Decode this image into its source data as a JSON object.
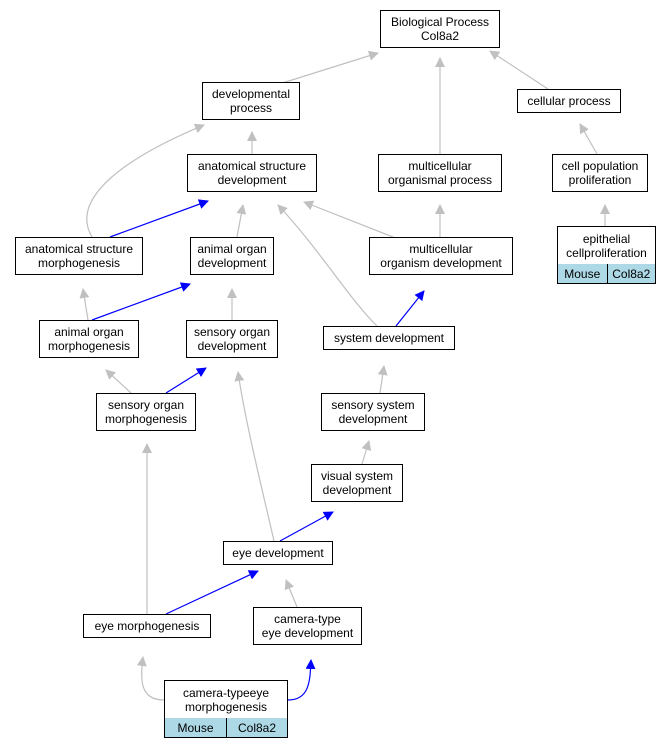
{
  "colors": {
    "gray_edge": "#c0c0c0",
    "blue_edge": "#0000ff",
    "annotation_fill": "#add8e6"
  },
  "nodes": {
    "root": {
      "line1": "Biological Process",
      "line2": "Col8a2"
    },
    "developmental_process": {
      "line1": "developmental",
      "line2": "process"
    },
    "cellular_process": {
      "line1": "cellular process"
    },
    "anatomical_structure_development": {
      "line1": "anatomical structure",
      "line2": "development"
    },
    "multicellular_organismal_process": {
      "line1": "multicellular",
      "line2": "organismal process"
    },
    "cell_population_proliferation": {
      "line1": "cell population",
      "line2": "proliferation"
    },
    "anatomical_structure_morphogenesis": {
      "line1": "anatomical structure",
      "line2": "morphogenesis"
    },
    "animal_organ_development": {
      "line1": "animal organ",
      "line2": "development"
    },
    "multicellular_organism_development": {
      "line1": "multicellular",
      "line2": "organism development"
    },
    "epithelial_cell_proliferation": {
      "line1": "epithelial cell",
      "line2": "proliferation",
      "species": "Mouse",
      "gene": "Col8a2"
    },
    "animal_organ_morphogenesis": {
      "line1": "animal organ",
      "line2": "morphogenesis"
    },
    "sensory_organ_development": {
      "line1": "sensory organ",
      "line2": "development"
    },
    "system_development": {
      "line1": "system development"
    },
    "sensory_organ_morphogenesis": {
      "line1": "sensory organ",
      "line2": "morphogenesis"
    },
    "sensory_system_development": {
      "line1": "sensory system",
      "line2": "development"
    },
    "visual_system_development": {
      "line1": "visual system",
      "line2": "development"
    },
    "eye_development": {
      "line1": "eye development"
    },
    "eye_morphogenesis": {
      "line1": "eye morphogenesis"
    },
    "camera_type_eye_development": {
      "line1": "camera-type",
      "line2": "eye development"
    },
    "camera_type_eye_morphogenesis": {
      "line1": "camera-type",
      "line2": "eye morphogenesis",
      "species": "Mouse",
      "gene": "Col8a2"
    }
  },
  "edges": [
    {
      "from": "developmental_process",
      "to": "root",
      "type": "is_a"
    },
    {
      "from": "multicellular_organismal_process",
      "to": "root",
      "type": "is_a"
    },
    {
      "from": "cellular_process",
      "to": "root",
      "type": "is_a"
    },
    {
      "from": "anatomical_structure_development",
      "to": "developmental_process",
      "type": "is_a"
    },
    {
      "from": "anatomical_structure_morphogenesis",
      "to": "developmental_process",
      "type": "is_a"
    },
    {
      "from": "cell_population_proliferation",
      "to": "cellular_process",
      "type": "is_a"
    },
    {
      "from": "epithelial_cell_proliferation",
      "to": "cell_population_proliferation",
      "type": "is_a"
    },
    {
      "from": "anatomical_structure_morphogenesis",
      "to": "anatomical_structure_development",
      "type": "part_of"
    },
    {
      "from": "animal_organ_development",
      "to": "anatomical_structure_development",
      "type": "is_a"
    },
    {
      "from": "multicellular_organism_development",
      "to": "anatomical_structure_development",
      "type": "is_a"
    },
    {
      "from": "system_development",
      "to": "anatomical_structure_development",
      "type": "is_a"
    },
    {
      "from": "multicellular_organism_development",
      "to": "multicellular_organismal_process",
      "type": "is_a"
    },
    {
      "from": "animal_organ_morphogenesis",
      "to": "anatomical_structure_morphogenesis",
      "type": "is_a"
    },
    {
      "from": "animal_organ_morphogenesis",
      "to": "animal_organ_development",
      "type": "part_of"
    },
    {
      "from": "sensory_organ_development",
      "to": "animal_organ_development",
      "type": "is_a"
    },
    {
      "from": "system_development",
      "to": "multicellular_organism_development",
      "type": "part_of"
    },
    {
      "from": "sensory_organ_morphogenesis",
      "to": "animal_organ_morphogenesis",
      "type": "is_a"
    },
    {
      "from": "sensory_organ_morphogenesis",
      "to": "sensory_organ_development",
      "type": "part_of"
    },
    {
      "from": "eye_development",
      "to": "sensory_organ_development",
      "type": "is_a"
    },
    {
      "from": "sensory_system_development",
      "to": "system_development",
      "type": "is_a"
    },
    {
      "from": "visual_system_development",
      "to": "sensory_system_development",
      "type": "is_a"
    },
    {
      "from": "eye_development",
      "to": "visual_system_development",
      "type": "part_of"
    },
    {
      "from": "eye_morphogenesis",
      "to": "sensory_organ_morphogenesis",
      "type": "is_a"
    },
    {
      "from": "eye_morphogenesis",
      "to": "eye_development",
      "type": "part_of"
    },
    {
      "from": "camera_type_eye_development",
      "to": "eye_development",
      "type": "is_a"
    },
    {
      "from": "camera_type_eye_morphogenesis",
      "to": "eye_morphogenesis",
      "type": "is_a"
    },
    {
      "from": "camera_type_eye_morphogenesis",
      "to": "camera_type_eye_development",
      "type": "part_of"
    }
  ]
}
